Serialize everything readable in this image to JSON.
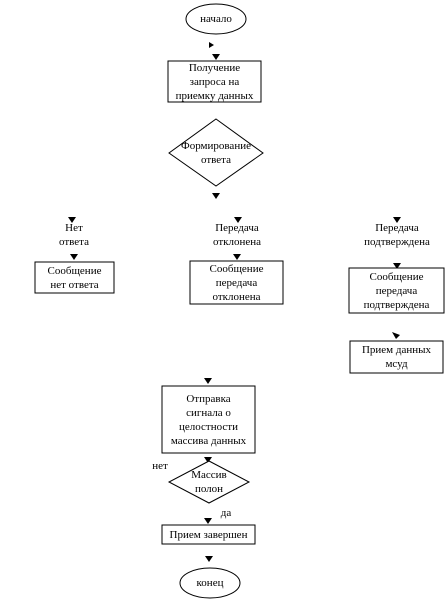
{
  "nodes": {
    "start": "начало",
    "receive_request": "Получение запроса на приемку данных",
    "form_response": "Формирование ответа",
    "branch_no_answer": "Нет ответа",
    "branch_rejected": "Передача отклонена",
    "branch_confirmed": "Передача подтверждена",
    "msg_no_answer": "Сообщение нет ответа",
    "msg_rejected": "Сообщение передача отклонена",
    "msg_confirmed": "Сообщение передача подтверждена",
    "receive_data": "Прием данных мсуд",
    "send_integrity": "Отправка сигнала о целостности массива данных",
    "array_full": "Массив полон",
    "no_label": "нет",
    "yes_label": "да",
    "receive_done": "Прием завершен",
    "end": "конец"
  }
}
